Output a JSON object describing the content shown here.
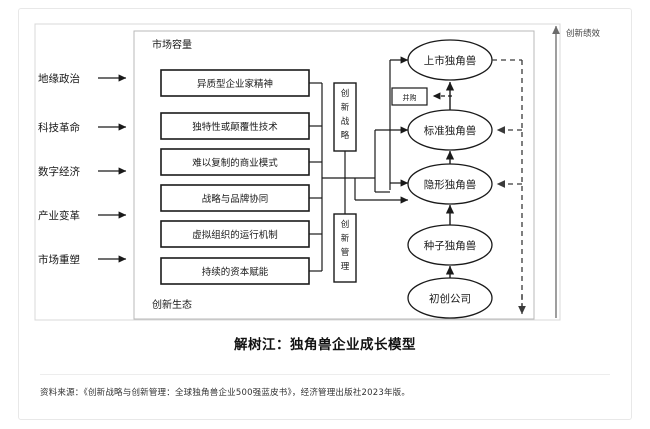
{
  "figure": {
    "title": "解树江：独角兽企业成长模型",
    "source": "资料来源：《创新战略与创新管理：全球独角兽企业500强蓝皮书》，经济管理出版社2023年版。",
    "performance_axis_label": "创新绩效"
  },
  "drivers": [
    {
      "label": "地缘政治"
    },
    {
      "label": "科技革命"
    },
    {
      "label": "数字经济"
    },
    {
      "label": "产业变革"
    },
    {
      "label": "市场重塑"
    }
  ],
  "containers": {
    "top_label": "市场容量",
    "bottom_label": "创新生态"
  },
  "capability_boxes": [
    {
      "label": "异质型企业家精神"
    },
    {
      "label": "独特性或颠覆性技术"
    },
    {
      "label": "难以复制的商业模式"
    },
    {
      "label": "战略与品牌协同"
    },
    {
      "label": "虚拟组织的运行机制"
    },
    {
      "label": "持续的资本赋能"
    }
  ],
  "vertical_boxes": [
    {
      "label": "创新战略"
    },
    {
      "label": "创新管理"
    }
  ],
  "merger_box": {
    "label": "并购"
  },
  "stages": [
    {
      "label": "上市独角兽"
    },
    {
      "label": "标准独角兽"
    },
    {
      "label": "隐形独角兽"
    },
    {
      "label": "种子独角兽"
    },
    {
      "label": "初创公司"
    }
  ],
  "colors": {
    "stroke": "#1a1a1a",
    "light_stroke": "#555555",
    "frame": "#c9c9c9",
    "card_border": "#e8e8e8",
    "text": "#1a1a1a"
  }
}
